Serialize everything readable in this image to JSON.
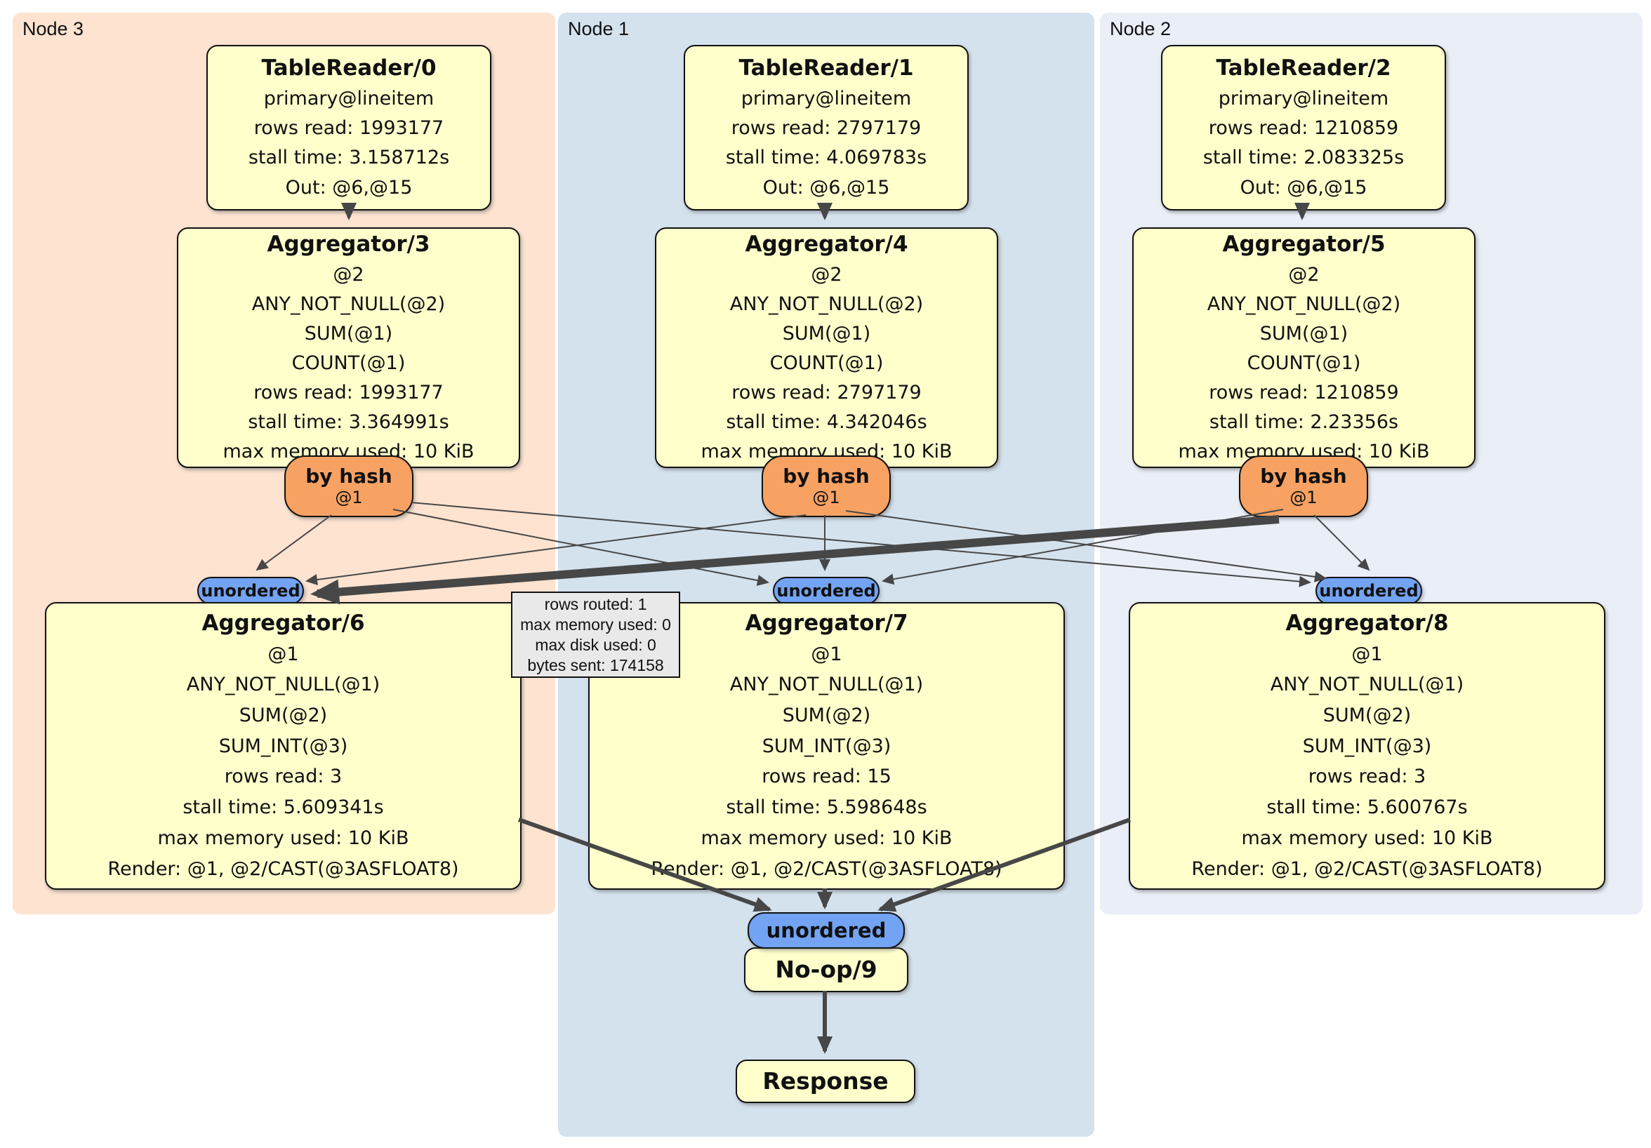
{
  "regions": {
    "node3": {
      "label": "Node 3",
      "color": "#fde3d0"
    },
    "node1": {
      "label": "Node 1",
      "color": "#d4e2ee"
    },
    "node2": {
      "label": "Node 2",
      "color": "#e9eef7"
    }
  },
  "colors": {
    "box_fill": "#ffffcc",
    "hash_pill": "#f7a263",
    "stream_pill": "#73a3f3",
    "edge": "#474747",
    "tooltip_fill": "#e9e9e9"
  },
  "boxes": {
    "tr0": {
      "title": "TableReader/0",
      "lines": [
        "primary@lineitem",
        "rows read: 1993177",
        "stall time: 3.158712s",
        "Out: @6,@15"
      ]
    },
    "tr1": {
      "title": "TableReader/1",
      "lines": [
        "primary@lineitem",
        "rows read: 2797179",
        "stall time: 4.069783s",
        "Out: @6,@15"
      ]
    },
    "tr2": {
      "title": "TableReader/2",
      "lines": [
        "primary@lineitem",
        "rows read: 1210859",
        "stall time: 2.083325s",
        "Out: @6,@15"
      ]
    },
    "agg3": {
      "title": "Aggregator/3",
      "lines": [
        "@2",
        "ANY_NOT_NULL(@2)",
        "SUM(@1)",
        "COUNT(@1)",
        "rows read: 1993177",
        "stall time: 3.364991s",
        "max memory used: 10 KiB"
      ]
    },
    "agg4": {
      "title": "Aggregator/4",
      "lines": [
        "@2",
        "ANY_NOT_NULL(@2)",
        "SUM(@1)",
        "COUNT(@1)",
        "rows read: 2797179",
        "stall time: 4.342046s",
        "max memory used: 10 KiB"
      ]
    },
    "agg5": {
      "title": "Aggregator/5",
      "lines": [
        "@2",
        "ANY_NOT_NULL(@2)",
        "SUM(@1)",
        "COUNT(@1)",
        "rows read: 1210859",
        "stall time: 2.23356s",
        "max memory used: 10 KiB"
      ]
    },
    "agg6": {
      "title": "Aggregator/6",
      "lines": [
        "@1",
        "ANY_NOT_NULL(@1)",
        "SUM(@2)",
        "SUM_INT(@3)",
        "rows read: 3",
        "stall time: 5.609341s",
        "max memory used: 10 KiB",
        "Render: @1, @2/CAST(@3ASFLOAT8)"
      ]
    },
    "agg7": {
      "title": "Aggregator/7",
      "lines": [
        "@1",
        "ANY_NOT_NULL(@1)",
        "SUM(@2)",
        "SUM_INT(@3)",
        "rows read: 15",
        "stall time: 5.598648s",
        "max memory used: 10 KiB",
        "Render: @1, @2/CAST(@3ASFLOAT8)"
      ]
    },
    "agg8": {
      "title": "Aggregator/8",
      "lines": [
        "@1",
        "ANY_NOT_NULL(@1)",
        "SUM(@2)",
        "SUM_INT(@3)",
        "rows read: 3",
        "stall time: 5.600767s",
        "max memory used: 10 KiB",
        "Render: @1, @2/CAST(@3ASFLOAT8)"
      ]
    },
    "noop9": {
      "title": "No-op/9"
    },
    "response": {
      "title": "Response"
    }
  },
  "routers": {
    "by_hash_label": "by hash",
    "by_hash_key": "@1"
  },
  "streams": {
    "unordered_label": "unordered"
  },
  "tooltip": {
    "lines": [
      "rows routed: 1",
      "max memory used: 0",
      "max disk used: 0",
      "bytes sent: 174158"
    ]
  }
}
